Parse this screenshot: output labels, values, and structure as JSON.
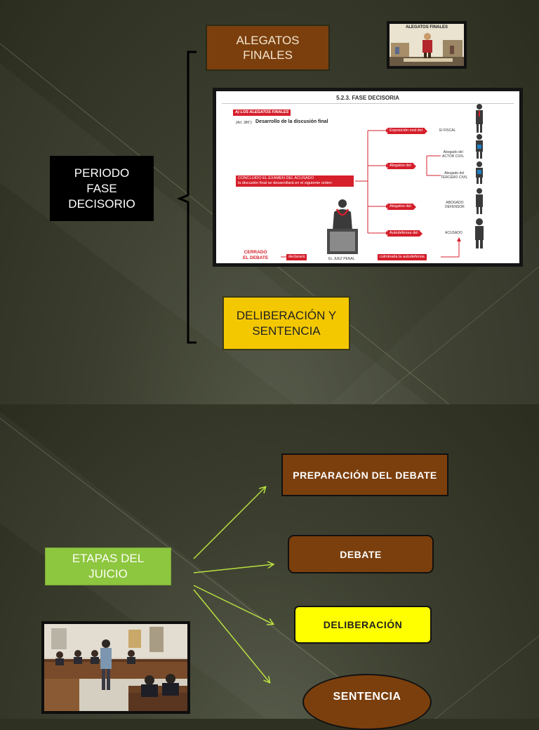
{
  "slide1": {
    "alegatos_finales": "ALEGATOS\nFINALES",
    "periodo": "PERIODO\nFASE\nDECISORIO",
    "deliberacion": "DELIBERACIÓN Y\nSENTENCIA",
    "thumbnail_title": "ALEGATOS FINALES",
    "inset": {
      "title": "5.2.3. FASE DECISORIA",
      "tag_alegatos": "A) LOS ALEGATOS FINALES",
      "article_ref": "(Art. 386°)",
      "subtitle": "Desarrollo de la discusión final",
      "concluido": "CONCLUIDO EL EXAMEN DEL ACUSADO\nla discusión final se desarrollará en el siguiente orden:",
      "exposicion": "Exposición oral del",
      "alegatos_del_1": "Alegatos del",
      "alegatos_del_2": "Alegatos del",
      "autodefensa": "Autodefensa del",
      "fiscal": "El FISCAL",
      "actor_civil": "Abogado del\nACTOR CIVIL",
      "tercero_civil": "Abogado del\nTERCERO CIVIL",
      "defensor": "ABOGADO\nDEFENSOR",
      "acusado": "ACUSADO",
      "cerrado": "CERRADO\nEL DEBATE",
      "declarara": "declarará",
      "juez": "EL JUEZ PENAL",
      "culminada": "culminada la autodefensa"
    }
  },
  "slide2": {
    "etapas": "ETAPAS DEL\nJUICIO",
    "preparacion": "PREPARACIÓN DEL DEBATE",
    "debate": "DEBATE",
    "deliberacion": "DELIBERACIÓN",
    "sentencia": "SENTENCIA"
  },
  "colors": {
    "brown": "#7b3f0d",
    "gold": "#f4c800",
    "green": "#8dc63f",
    "yellow": "#ffff00",
    "red": "#d51f2b",
    "arrow": "#b8e040"
  }
}
